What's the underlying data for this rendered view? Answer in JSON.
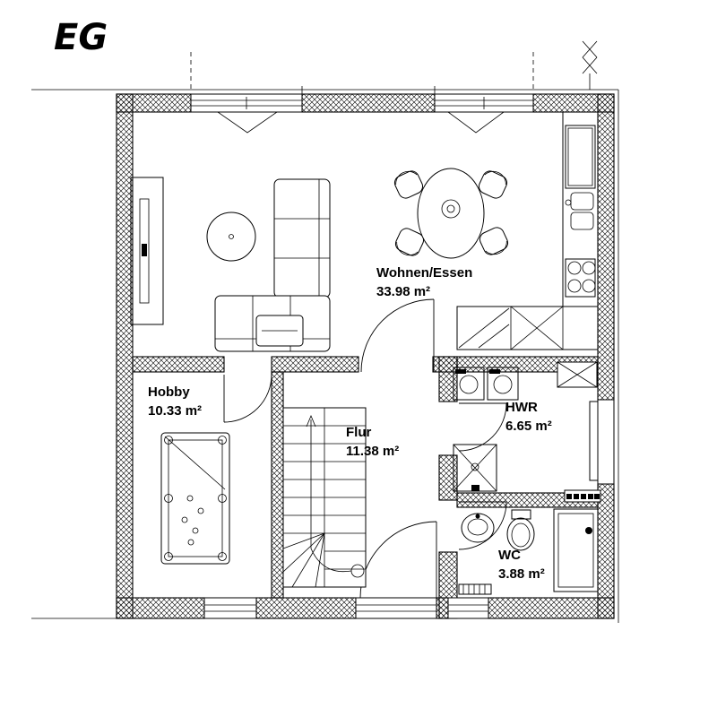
{
  "plan": {
    "title": "EG",
    "colors": {
      "ink": "#000000",
      "paper": "#ffffff"
    },
    "rooms": [
      {
        "id": "wohnen-essen",
        "name": "Wohnen/Essen",
        "area": "33.98 m²"
      },
      {
        "id": "hobby",
        "name": "Hobby",
        "area": "10.33 m²"
      },
      {
        "id": "flur",
        "name": "Flur",
        "area": "11.38 m²"
      },
      {
        "id": "hwr",
        "name": "HWR",
        "area": "6.65 m²"
      },
      {
        "id": "wc",
        "name": "WC",
        "area": "3.88 m²"
      }
    ]
  }
}
